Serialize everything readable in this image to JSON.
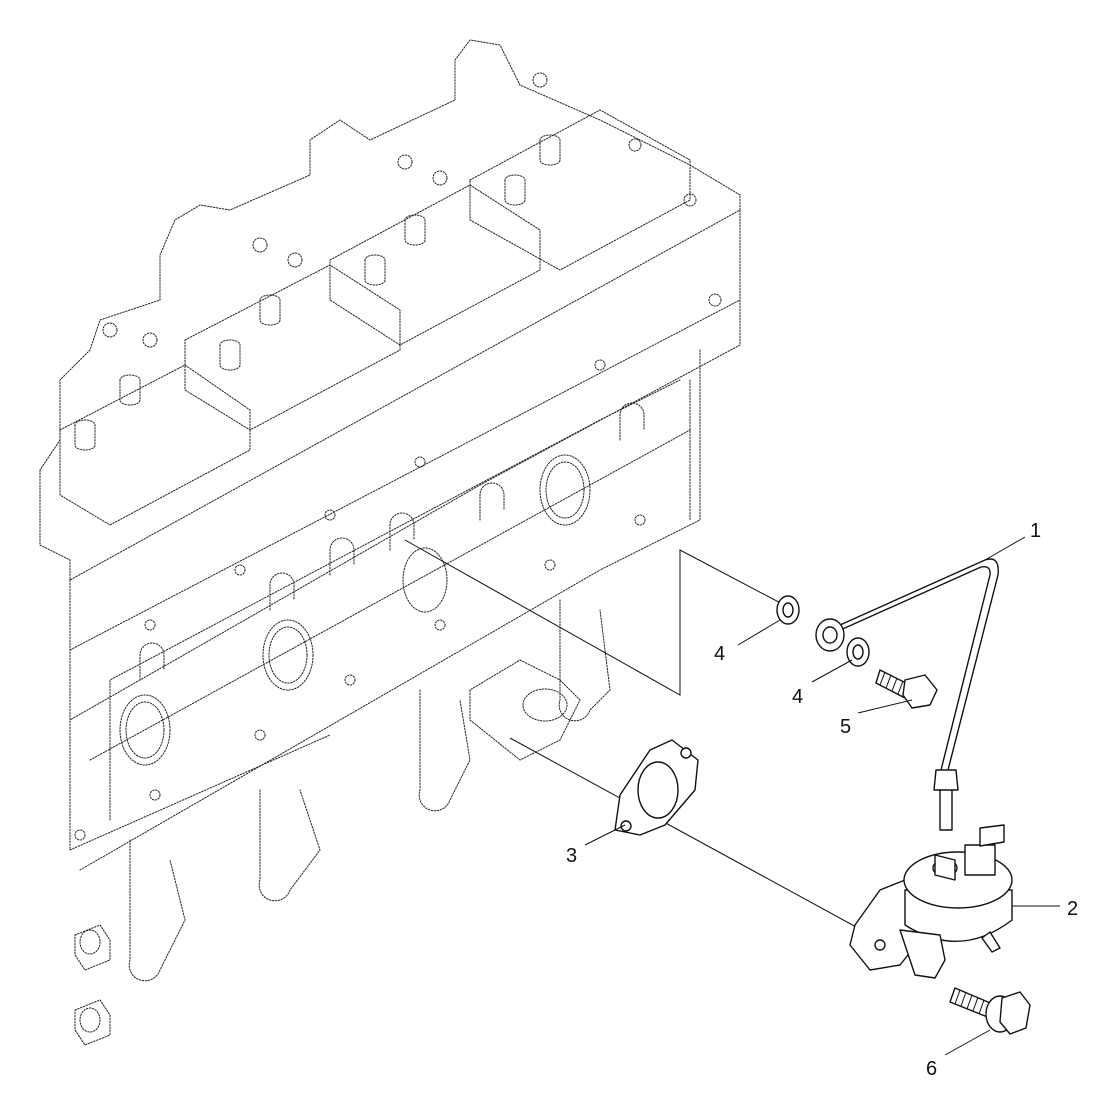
{
  "callouts": {
    "c1": "1",
    "c2": "2",
    "c3": "3",
    "c4a": "4",
    "c4b": "4",
    "c5": "5",
    "c6": "6"
  },
  "colors": {
    "line": "#111111",
    "background": "#ffffff"
  }
}
